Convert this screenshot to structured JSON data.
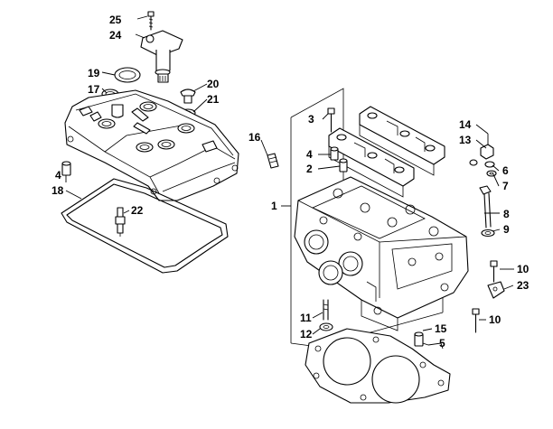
{
  "callouts": [
    {
      "id": "c25",
      "label": "25"
    },
    {
      "id": "c24",
      "label": "24"
    },
    {
      "id": "c19",
      "label": "19"
    },
    {
      "id": "c17",
      "label": "17"
    },
    {
      "id": "c20",
      "label": "20"
    },
    {
      "id": "c21",
      "label": "21"
    },
    {
      "id": "c4a",
      "label": "4"
    },
    {
      "id": "c18",
      "label": "18"
    },
    {
      "id": "c22",
      "label": "22"
    },
    {
      "id": "c16",
      "label": "16"
    },
    {
      "id": "c3",
      "label": "3"
    },
    {
      "id": "c4b",
      "label": "4"
    },
    {
      "id": "c2",
      "label": "2"
    },
    {
      "id": "c1",
      "label": "1"
    },
    {
      "id": "c14",
      "label": "14"
    },
    {
      "id": "c13",
      "label": "13"
    },
    {
      "id": "c6",
      "label": "6"
    },
    {
      "id": "c7",
      "label": "7"
    },
    {
      "id": "c8",
      "label": "8"
    },
    {
      "id": "c9",
      "label": "9"
    },
    {
      "id": "c10a",
      "label": "10"
    },
    {
      "id": "c23",
      "label": "23"
    },
    {
      "id": "c10b",
      "label": "10"
    },
    {
      "id": "c11",
      "label": "11"
    },
    {
      "id": "c12",
      "label": "12"
    },
    {
      "id": "c15",
      "label": "15"
    },
    {
      "id": "c5",
      "label": "5"
    }
  ]
}
